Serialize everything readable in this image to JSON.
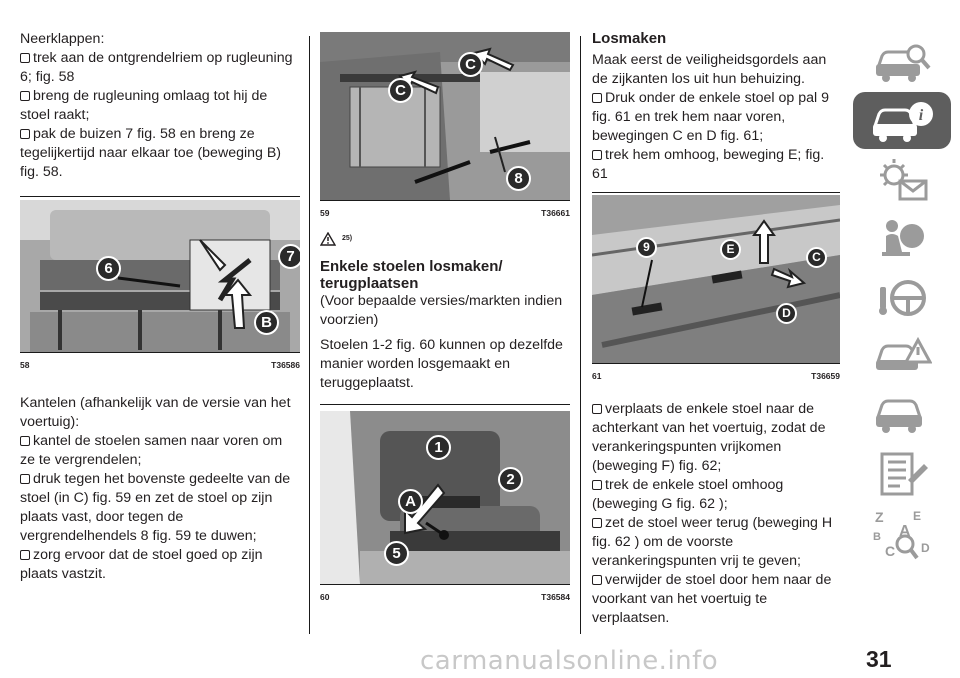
{
  "col1": {
    "intro_title": "Neerklappen:",
    "intro_items": [
      "trek aan de ontgrendelriem op rugleuning 6; fig. 58",
      "breng de rugleuning omlaag tot hij de stoel raakt;",
      "pak de buizen 7 fig. 58 en breng ze tegelijkertijd naar elkaar toe (beweging B) fig. 58."
    ],
    "figure": {
      "number": "58",
      "code": "T36586",
      "callouts": [
        "6",
        "7",
        "B"
      ]
    },
    "tilt_title": "Kantelen (afhankelijk van de versie van het voertuig):",
    "tilt_items": [
      "kantel de stoelen samen naar voren om ze te vergrendelen;",
      "druk tegen het bovenste gedeelte van de stoel (in C) fig. 59 en zet de stoel op zijn plaats vast, door tegen de vergrendelhendels 8 fig. 59 te duwen;",
      "zorg ervoor dat de stoel goed op zijn plaats vastzit."
    ]
  },
  "col2": {
    "figure59": {
      "number": "59",
      "code": "T36661",
      "callouts": [
        "C",
        "C",
        "8"
      ]
    },
    "note_ref": "25)",
    "heading": "Enkele stoelen losmaken/ terugplaatsen",
    "subtitle": "(Voor bepaalde versies/markten indien voorzien)",
    "body": "Stoelen 1-2 fig. 60 kunnen op dezelfde manier worden losgemaakt en teruggeplaatst.",
    "figure60": {
      "number": "60",
      "code": "T36584",
      "callouts": [
        "1",
        "2",
        "A",
        "5"
      ]
    }
  },
  "col3": {
    "heading": "Losmaken",
    "body": "Maak eerst de veiligheidsgordels aan de zijkanten los uit hun behuizing.",
    "items_a": [
      "Druk onder de enkele stoel op pal 9 fig. 61 en trek hem naar voren, bewegingen C en D fig. 61;",
      "trek hem omhoog, beweging E; fig. 61"
    ],
    "figure61": {
      "number": "61",
      "code": "T36659",
      "callouts": [
        "9",
        "E",
        "C",
        "D"
      ]
    },
    "items_b": [
      "verplaats de enkele stoel naar de achterkant van het voertuig, zodat de verankeringspunten vrijkomen (beweging F) fig. 62;",
      "trek de enkele stoel omhoog (beweging G fig. 62 );",
      "zet de stoel weer terug (beweging H fig. 62 ) om de voorste verankeringspunten vrij te geven;",
      "verwijder de stoel door hem naar de voorkant van het voertuig te verplaatsen."
    ]
  },
  "sidebar": {
    "icons": [
      "car-search-icon",
      "car-info-icon",
      "warning-light-icon",
      "airbag-icon",
      "steering-wheel-icon",
      "car-warning-icon",
      "car-service-icon",
      "checklist-icon",
      "index-icon"
    ],
    "active_index": 1,
    "colors": {
      "active_bg": "#5e5e5e",
      "icon_gray": "#9b9b9b"
    }
  },
  "page_number": "31",
  "watermark": "carmanualsonline.info"
}
